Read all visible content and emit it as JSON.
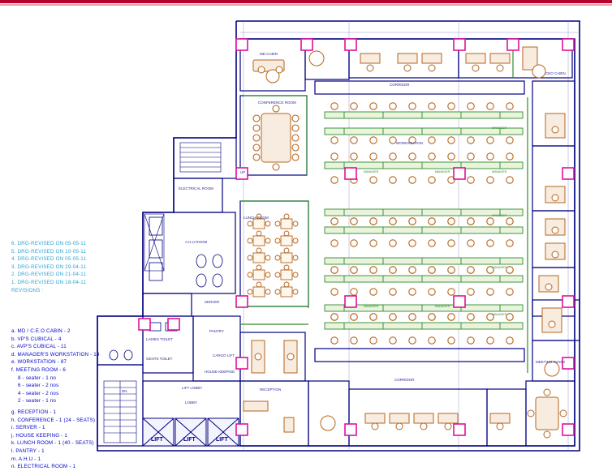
{
  "revisions": [
    "6. DRG-REVISED ON 05-05-11",
    "5. DRG-REVISED ON 10-05-11",
    "4. DRG-REVISED ON 05-05-11",
    "3. DRG-REVISED ON 29-04-11",
    "2. DRG-REVISED ON 21-04-11",
    "1. DRG-REVISED ON 18-04-11",
    "REVISIONS :"
  ],
  "area_schedule": {
    "items": [
      "a. MD / C.E.O CABIN - 2",
      "b. VP'S CUBICAL - 4",
      "c. AVP'S CUBICAL - 11",
      "d. MANAGER'S WORKSTATION - 14",
      "e. WORKSTATION - 87",
      "f. MEETING ROOM - 6"
    ],
    "meeting_sub": [
      "8 - seater - 1 no",
      "6 - seater - 2 nos",
      "4 - seater - 2 nos",
      "2 - seater - 1 no"
    ],
    "items_2": [
      "g. RECEPTION - 1",
      "h. CONFERENCE - 1 (24 - SEATS)",
      "i. SERVER - 1",
      "j. HOUSE KEEPING - 1",
      "k. LUNCH ROOM - 1 (40 - SEATS)",
      "l. PANTRY - 1",
      "m. A.H.U - 1",
      "n. ELECTRICAL ROOM - 1"
    ]
  },
  "plan_labels": {
    "cabin_top_left": "MD CABIN",
    "conference": "CONFERENCE ROOM",
    "ahu": "A.H.U ROOM",
    "electrical": "ELECTRICAL ROOM",
    "lobby": "LOBBY",
    "lift_1": "LIFT",
    "lift_2": "LIFT",
    "lift_3": "LIFT",
    "ladies_toilet": "LADIES TOILET",
    "gents_toilet": "GENTS TOILET",
    "reception": "RECEPTION",
    "lunch": "LUNCH ROOM",
    "pantry": "PANTRY",
    "server": "SERVER",
    "hk": "HOUSE KEEPING",
    "manager": "MANAGER",
    "workstation": "WORKSTATION",
    "meeting": "MEETING ROOM",
    "cabin": "CEO CABIN",
    "lift_lobby": "LIFT LOBBY",
    "corridor": "CORRIDOR",
    "up": "UP",
    "dn": "DN",
    "cargo": "CARGO LIFT"
  },
  "colors": {
    "wall": "#000080",
    "furniture": "#b5651d",
    "column": "#e0119a",
    "partition": "#2e8b2e",
    "legend_blue": "#0000cc",
    "revision_cyan": "#2aa3d6"
  }
}
